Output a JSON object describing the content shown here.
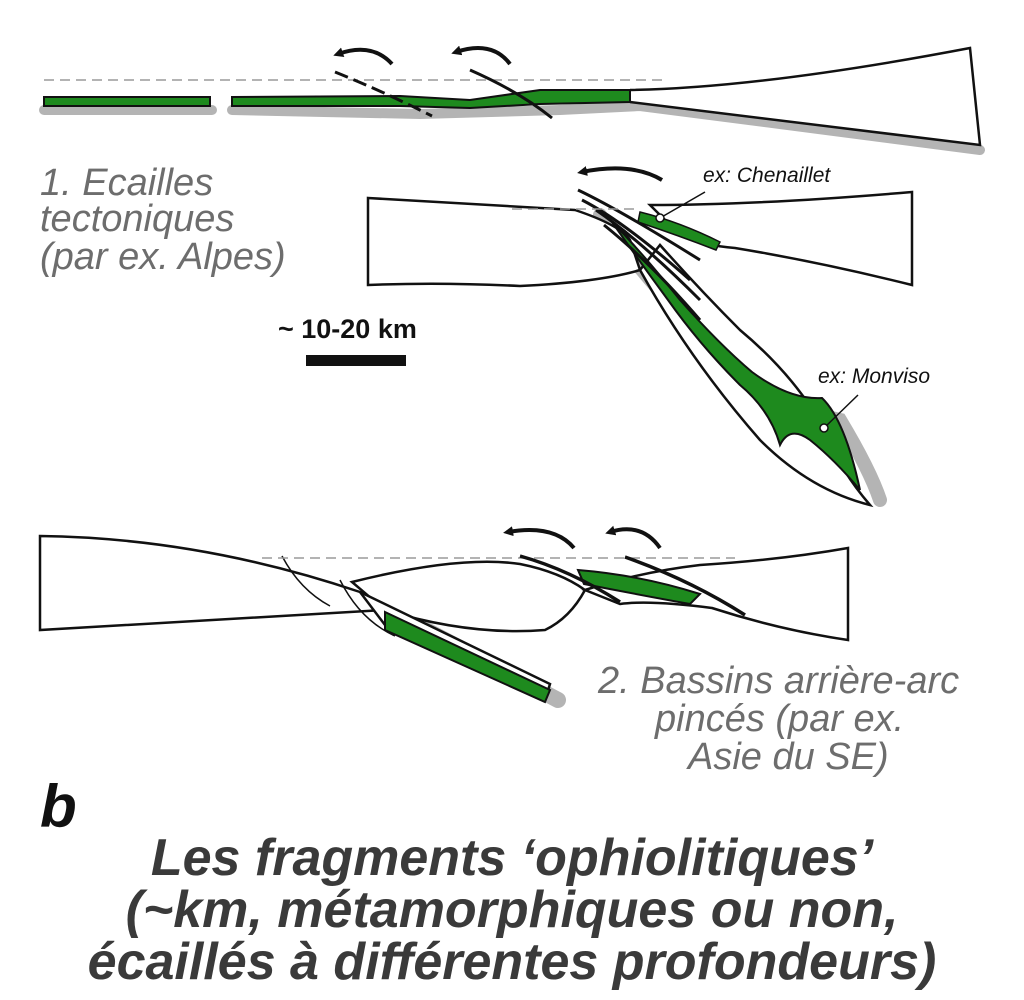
{
  "labels": {
    "tectonic_scales": [
      "1. Ecailles",
      "tectoniques",
      "(par ex. Alpes)"
    ],
    "backarc_basins": [
      "2. Bassins arrière-arc",
      "pincés (par ex.",
      "Asie du SE)"
    ],
    "example_chenaillet": "ex: Chenaillet",
    "example_monviso": "ex: Monviso",
    "scale_bar": "~ 10-20 km",
    "panel_letter": "b"
  },
  "title": [
    "Les fragments ‘ophiolitiques’",
    "(~km, métamorphiques ou non,",
    "écaillés à différentes profondeurs)"
  ],
  "colors": {
    "ophiolite_green": "#1e8a1e",
    "shadow_gray": "#b4b4b4",
    "outline": "#111111",
    "label_gray": "#6d6d6d"
  }
}
